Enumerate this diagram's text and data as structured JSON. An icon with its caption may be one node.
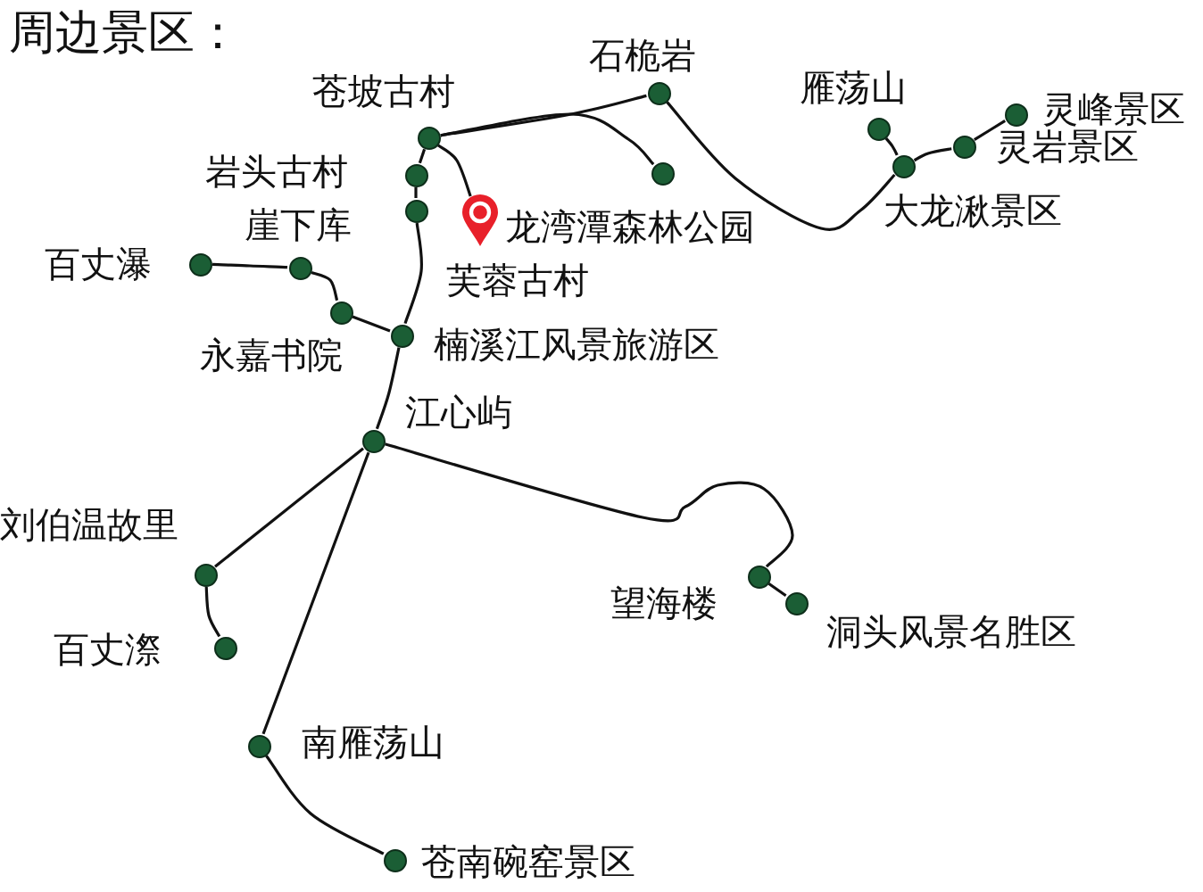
{
  "diagram": {
    "title": "周边景区：",
    "nodes": [
      {
        "text": [],
        "shape": "circle",
        "beside": [
          "苍坡古村"
        ]
      },
      {
        "text": [],
        "shape": "circle",
        "beside": [
          "岩头古村"
        ]
      },
      {
        "text": [],
        "shape": "circle"
      },
      {
        "text": [],
        "shape": "circle",
        "beside": [
          "石桅岩"
        ]
      },
      {
        "text": [],
        "shape": "circle"
      },
      {
        "text": [],
        "shape": "circle",
        "beside": [
          "雁荡山"
        ]
      },
      {
        "text": [],
        "shape": "circle",
        "beside": [
          "大龙湫景区"
        ]
      },
      {
        "text": [],
        "shape": "circle",
        "beside": [
          "灵岩景区"
        ]
      },
      {
        "text": [],
        "shape": "circle",
        "beside": [
          "灵峰景区"
        ]
      },
      {
        "text": [],
        "shape": "picture",
        "beside": [
          "龙湾潭森林公园"
        ]
      },
      {
        "text": [],
        "shape": "circle",
        "beside": [
          "百丈瀑"
        ]
      },
      {
        "text": [],
        "shape": "circle",
        "beside": [
          "崖下库"
        ]
      },
      {
        "text": [],
        "shape": "circle",
        "beside": [
          "永嘉书院"
        ]
      },
      {
        "text": [],
        "shape": "circle",
        "beside": [
          "楠溪江风景旅游区"
        ]
      },
      {
        "text": [],
        "shape": "circle",
        "beside": [
          "江心屿"
        ]
      },
      {
        "text": [],
        "shape": "circle",
        "beside": [
          "刘伯温故里"
        ]
      },
      {
        "text": [],
        "shape": "circle",
        "beside": [
          "百丈漈"
        ]
      },
      {
        "text": [],
        "shape": "circle",
        "beside": [
          "南雁荡山"
        ]
      },
      {
        "text": [],
        "shape": "circle",
        "beside": [
          "苍南碗窑景区"
        ]
      },
      {
        "text": [],
        "shape": "circle",
        "beside": [
          "望海楼"
        ]
      },
      {
        "text": [],
        "shape": "circle",
        "beside": [
          "洞头风景名胜区"
        ]
      }
    ],
    "edges": [
      {
        "from": 0,
        "to": 3,
        "arrow": "none"
      },
      {
        "from": 0,
        "to": 4,
        "arrow": "none"
      },
      {
        "from": 3,
        "to": 6,
        "arrow": "none"
      },
      {
        "from": 5,
        "to": 6,
        "arrow": "none"
      },
      {
        "from": 6,
        "to": 7,
        "arrow": "none"
      },
      {
        "from": 7,
        "to": 8,
        "arrow": "none"
      },
      {
        "from": 0,
        "to": 1,
        "arrow": "none"
      },
      {
        "from": 1,
        "to": 2,
        "arrow": "none"
      },
      {
        "from": 2,
        "to": 13,
        "arrow": "none"
      },
      {
        "from": 0,
        "to": 9,
        "arrow": "none"
      },
      {
        "from": 10,
        "to": 11,
        "arrow": "none"
      },
      {
        "from": 11,
        "to": 12,
        "arrow": "none"
      },
      {
        "from": 12,
        "to": 13,
        "arrow": "none"
      },
      {
        "from": 13,
        "to": 14,
        "arrow": "none"
      },
      {
        "from": 14,
        "to": 15,
        "arrow": "none"
      },
      {
        "from": 15,
        "to": 16,
        "arrow": "none"
      },
      {
        "from": 14,
        "to": 17,
        "arrow": "none"
      },
      {
        "from": 17,
        "to": 18,
        "arrow": "none"
      },
      {
        "from": 14,
        "to": 19,
        "arrow": "none"
      },
      {
        "from": 19,
        "to": 20,
        "arrow": "none"
      }
    ],
    "labels": [
      "芙蓉古村"
    ]
  }
}
